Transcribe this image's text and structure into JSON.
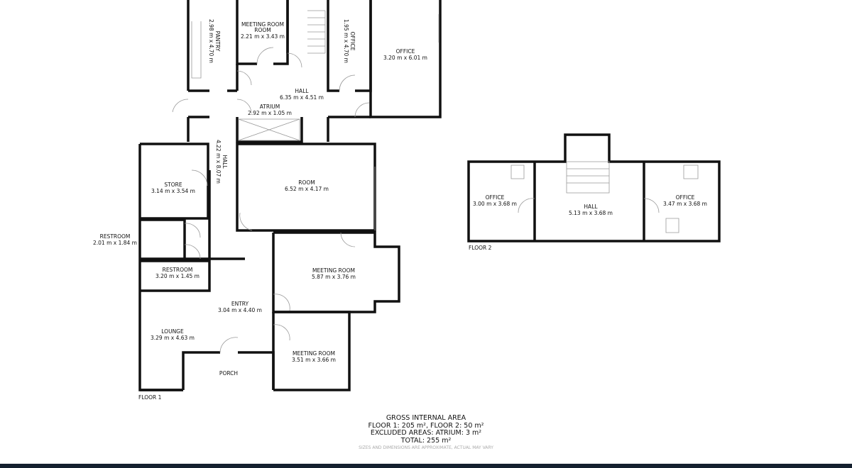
{
  "floor1": {
    "label": "FLOOR 1",
    "rooms": [
      {
        "name": "PANTRY",
        "size": "2.98 m x 4.70 m"
      },
      {
        "name": "MEETING ROOM",
        "size": "2.21 m x 3.43 m"
      },
      {
        "name": "OFFICE",
        "size": "1.95 m x 4.70 m"
      },
      {
        "name": "OFFICE",
        "size": "3.20 m x 6.01 m"
      },
      {
        "name": "HALL",
        "size": "6.35 m x 4.51 m"
      },
      {
        "name": "ATRIUM",
        "size": "2.92 m x 1.05 m"
      },
      {
        "name": "HALL",
        "size": "4.22 m x 8.07 m"
      },
      {
        "name": "STORE",
        "size": "3.14 m x 3.54 m"
      },
      {
        "name": "ROOM",
        "size": "6.52 m x 4.17 m"
      },
      {
        "name": "RESTROOM",
        "size": "2.01 m x 1.84 m"
      },
      {
        "name": "RESTROOM",
        "size": "3.20 m x 1.45 m"
      },
      {
        "name": "MEETING ROOM",
        "size": "5.87 m x 3.76 m"
      },
      {
        "name": "ENTRY",
        "size": "3.04 m x 4.40 m"
      },
      {
        "name": "LOUNGE",
        "size": "3.29 m x 4.63 m"
      },
      {
        "name": "MEETING ROOM",
        "size": "3.51 m x 3.66 m"
      },
      {
        "name": "PORCH",
        "size": ""
      }
    ]
  },
  "floor2": {
    "label": "FLOOR 2",
    "rooms": [
      {
        "name": "OFFICE",
        "size": "3.00 m x 3.68 m"
      },
      {
        "name": "HALL",
        "size": "5.13 m x 3.68 m"
      },
      {
        "name": "OFFICE",
        "size": "3.47 m x 3.68 m"
      }
    ]
  },
  "area": {
    "title": "GROSS INTERNAL AREA",
    "floors": "FLOOR 1: 205 m², FLOOR 2: 50 m²",
    "excluded": "EXCLUDED AREAS: ATRIUM: 3 m²",
    "total": "TOTAL: 255 m²",
    "disclaimer": "SIZES AND DIMENSIONS ARE APPROXIMATE, ACTUAL MAY VARY"
  }
}
